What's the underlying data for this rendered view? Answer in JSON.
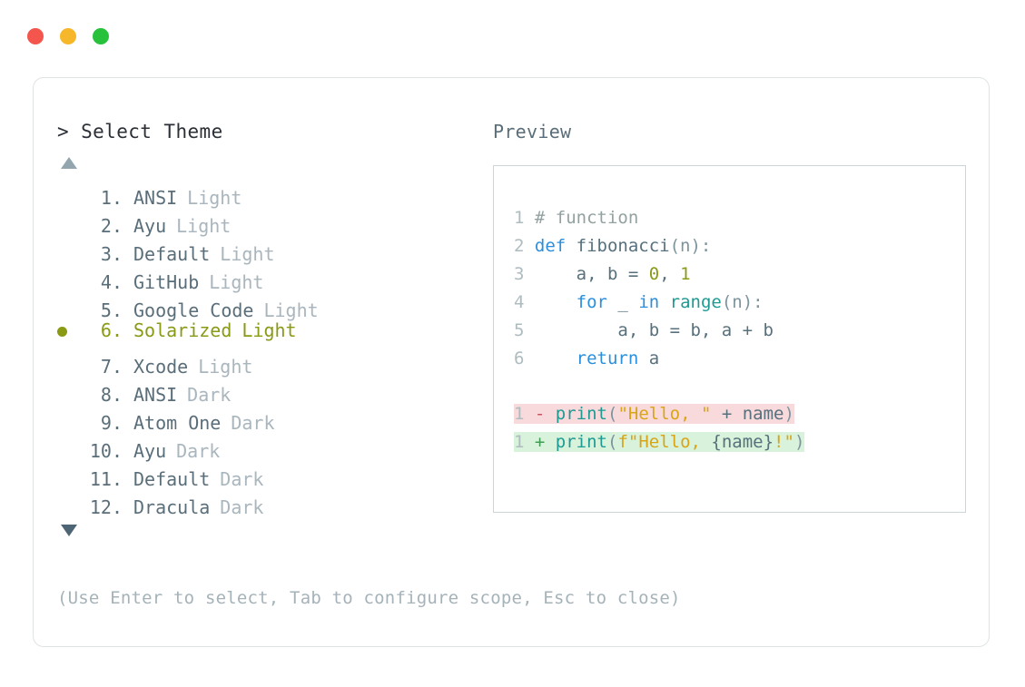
{
  "window": {
    "traffic_lights": [
      {
        "name": "close",
        "color": "#f4554d"
      },
      {
        "name": "minimize",
        "color": "#f6b72a"
      },
      {
        "name": "maximize",
        "color": "#28c13c"
      }
    ]
  },
  "picker": {
    "prompt_caret": ">",
    "prompt_label": "Select Theme",
    "scroll_up_icon": "triangle-up",
    "scroll_down_icon": "triangle-down",
    "selected_index": 6,
    "selected_color": "#8a9a14",
    "items": [
      {
        "index": "1.",
        "name": "ANSI",
        "variant": "Light",
        "selected": false
      },
      {
        "index": "2.",
        "name": "Ayu",
        "variant": "Light",
        "selected": false
      },
      {
        "index": "3.",
        "name": "Default",
        "variant": "Light",
        "selected": false
      },
      {
        "index": "4.",
        "name": "GitHub",
        "variant": "Light",
        "selected": false
      },
      {
        "index": "5.",
        "name": "Google Code",
        "variant": "Light",
        "selected": false
      },
      {
        "index": "6.",
        "name": "Solarized",
        "variant": "Light",
        "selected": true
      },
      {
        "index": "7.",
        "name": "Xcode",
        "variant": "Light",
        "selected": false
      },
      {
        "index": "8.",
        "name": "ANSI",
        "variant": "Dark",
        "selected": false
      },
      {
        "index": "9.",
        "name": "Atom One",
        "variant": "Dark",
        "selected": false
      },
      {
        "index": "10.",
        "name": "Ayu",
        "variant": "Dark",
        "selected": false
      },
      {
        "index": "11.",
        "name": "Default",
        "variant": "Dark",
        "selected": false
      },
      {
        "index": "12.",
        "name": "Dracula",
        "variant": "Dark",
        "selected": false
      }
    ]
  },
  "preview": {
    "label": "Preview",
    "code_lines": [
      {
        "no": "1",
        "tokens": [
          {
            "t": "# function",
            "c": "tok-comment"
          }
        ]
      },
      {
        "no": "2",
        "tokens": [
          {
            "t": "def ",
            "c": "tok-keyword"
          },
          {
            "t": "fibonacci",
            "c": "tok-plain"
          },
          {
            "t": "(n):",
            "c": "tok-punct"
          }
        ]
      },
      {
        "no": "3",
        "tokens": [
          {
            "t": "    a, b = ",
            "c": "tok-plain"
          },
          {
            "t": "0",
            "c": "tok-num"
          },
          {
            "t": ", ",
            "c": "tok-plain"
          },
          {
            "t": "1",
            "c": "tok-num"
          }
        ]
      },
      {
        "no": "4",
        "tokens": [
          {
            "t": "    ",
            "c": "tok-plain"
          },
          {
            "t": "for",
            "c": "tok-keyword"
          },
          {
            "t": " _ ",
            "c": "tok-plain"
          },
          {
            "t": "in",
            "c": "tok-keyword"
          },
          {
            "t": " ",
            "c": "tok-plain"
          },
          {
            "t": "range",
            "c": "tok-func"
          },
          {
            "t": "(n):",
            "c": "tok-punct"
          }
        ]
      },
      {
        "no": "5",
        "tokens": [
          {
            "t": "        a, b = b, a + b",
            "c": "tok-plain"
          }
        ]
      },
      {
        "no": "6",
        "tokens": [
          {
            "t": "    ",
            "c": "tok-plain"
          },
          {
            "t": "return",
            "c": "tok-keyword"
          },
          {
            "t": " a",
            "c": "tok-plain"
          }
        ]
      }
    ],
    "diff_lines": [
      {
        "no": "1",
        "kind": "del",
        "marker": "-",
        "tokens": [
          {
            "t": "print",
            "c": "tok-func"
          },
          {
            "t": "(",
            "c": "tok-punct"
          },
          {
            "t": "\"Hello, \"",
            "c": "tok-str"
          },
          {
            "t": " + ",
            "c": "tok-plain"
          },
          {
            "t": "name",
            "c": "tok-plain"
          },
          {
            "t": ")",
            "c": "tok-punct"
          }
        ]
      },
      {
        "no": "1",
        "kind": "add",
        "marker": "+",
        "tokens": [
          {
            "t": "print",
            "c": "tok-func"
          },
          {
            "t": "(",
            "c": "tok-punct"
          },
          {
            "t": "f\"Hello, ",
            "c": "tok-str"
          },
          {
            "t": "{name}",
            "c": "tok-plain"
          },
          {
            "t": "!",
            "c": "tok-str"
          },
          {
            "t": "\"",
            "c": "tok-str"
          },
          {
            "t": ")",
            "c": "tok-punct"
          }
        ]
      }
    ],
    "diff_del_bg": "#f8dadd",
    "diff_add_bg": "#d8f2dc"
  },
  "footer": {
    "hint": "(Use Enter to select, Tab to configure scope, Esc to close)"
  }
}
